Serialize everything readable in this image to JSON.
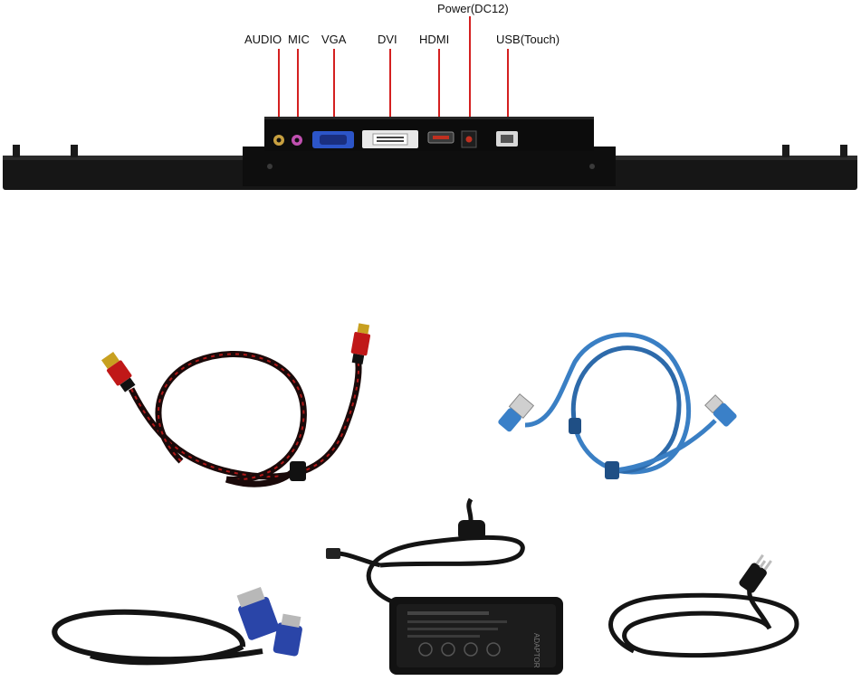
{
  "ports": {
    "audio": "AUDIO",
    "mic": "MIC",
    "vga": "VGA",
    "dvi": "DVI",
    "hdmi": "HDMI",
    "power": "Power(DC12)",
    "usb": "USB(Touch)"
  },
  "adapter_label": "ADAPTOR",
  "colors": {
    "leader_line": "#d42020",
    "monitor_body": "#111111",
    "hdmi_cable_red": "#b01818",
    "usb_cable_blue": "#3a7fc4",
    "vga_connector_blue": "#2a45a8"
  }
}
